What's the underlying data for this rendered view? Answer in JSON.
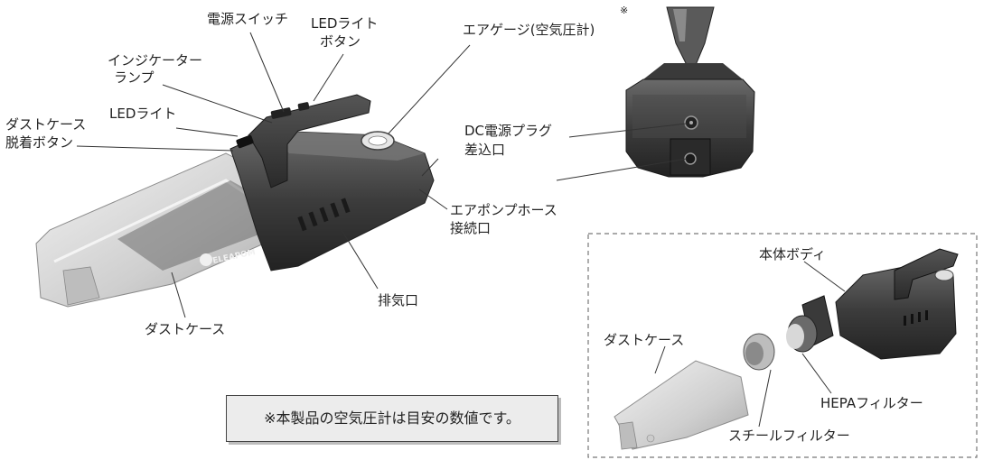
{
  "labels": {
    "power_switch": "電源スイッチ",
    "led_button_1": "LEDライト",
    "led_button_2": "ボタン",
    "air_gauge": "エアゲージ(空気圧計)",
    "air_gauge_mark": "※",
    "indicator_1": "インジケーター",
    "indicator_2": "ランプ",
    "led_light": "LEDライト",
    "dustcase_release_1": "ダストケース",
    "dustcase_release_2": "脱着ボタン",
    "dc_plug_1": "DC電源プラグ",
    "dc_plug_2": "差込口",
    "pump_hose_1": "エアポンプホース",
    "pump_hose_2": "接続口",
    "exhaust": "排気口",
    "dust_case": "ダストケース",
    "body": "本体ボディ",
    "dust_case_parts": "ダストケース",
    "hepa_filter": "HEPAフィルター",
    "steel_filter": "スチールフィルター"
  },
  "brand_logo": "ELEAPOM",
  "note": "※本製品の空気圧計は目安の数値です。",
  "colors": {
    "body_dark": "#3a3a3a",
    "body_mid": "#555555",
    "clear_case": "#d6d6d6",
    "line": "#333333",
    "dash": "#777777"
  }
}
